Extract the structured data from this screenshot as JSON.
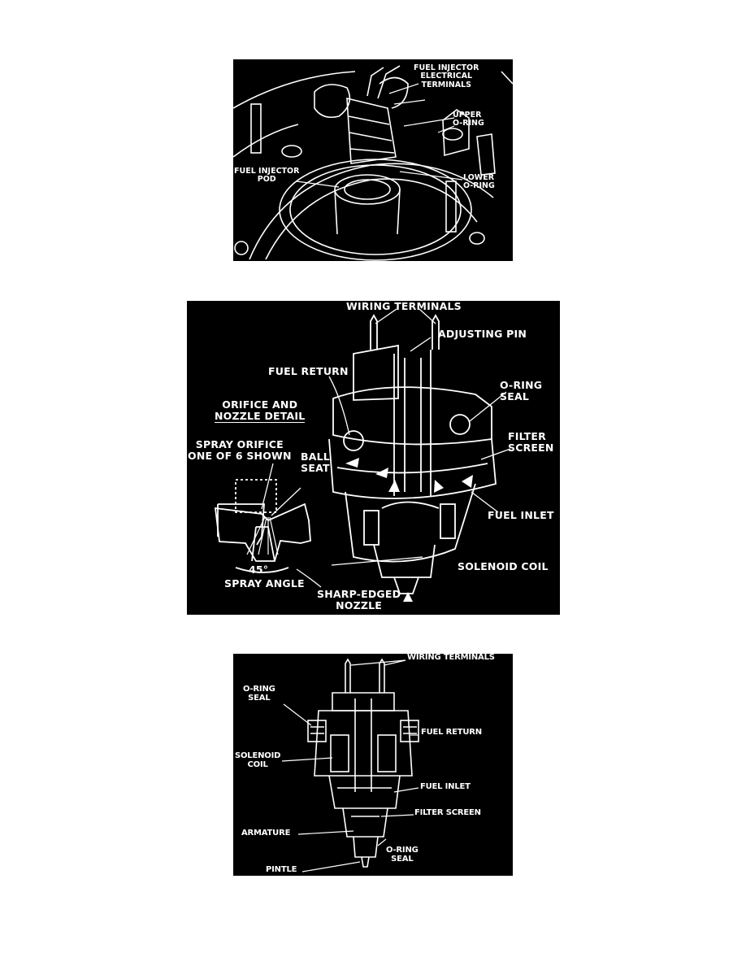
{
  "fig1": {
    "labels": {
      "electrical_1": "FUEL INJECTOR",
      "electrical_2": "ELECTRICAL",
      "electrical_3": "TERMINALS",
      "upper_1": "UPPER",
      "upper_2": "O-RING",
      "pod_1": "FUEL INJECTOR",
      "pod_2": "POD",
      "lower_1": "LOWER",
      "lower_2": "O-RING"
    }
  },
  "fig2": {
    "labels": {
      "wiring_terminals": "WIRING TERMINALS",
      "adjusting_pin": "ADJUSTING PIN",
      "fuel_return": "FUEL RETURN",
      "oring_1": "O-RING",
      "oring_2": "SEAL",
      "detail_1": "ORIFICE AND",
      "detail_2": "NOZZLE DETAIL",
      "filter_1": "FILTER",
      "filter_2": "SCREEN",
      "spray_1": "SPRAY ORIFICE",
      "spray_2": "ONE OF 6 SHOWN",
      "ball_1": "BALL",
      "ball_2": "SEAT",
      "fuel_inlet": "FUEL INLET",
      "angle_value": "45°",
      "spray_angle": "SPRAY ANGLE",
      "solenoid_coil": "SOLENOID COIL",
      "nozzle_1": "SHARP-EDGED",
      "nozzle_2": "NOZZLE"
    }
  },
  "fig3": {
    "labels": {
      "wiring_terminals": "WIRING TERMINALS",
      "oring_top_1": "O-RING",
      "oring_top_2": "SEAL",
      "fuel_return": "FUEL RETURN",
      "solenoid_1": "SOLENOID",
      "solenoid_2": "COIL",
      "fuel_inlet": "FUEL INLET",
      "filter_screen": "FILTER SCREEN",
      "armature": "ARMATURE",
      "oring_bot_1": "O-RING",
      "oring_bot_2": "SEAL",
      "pintle": "PINTLE"
    }
  }
}
